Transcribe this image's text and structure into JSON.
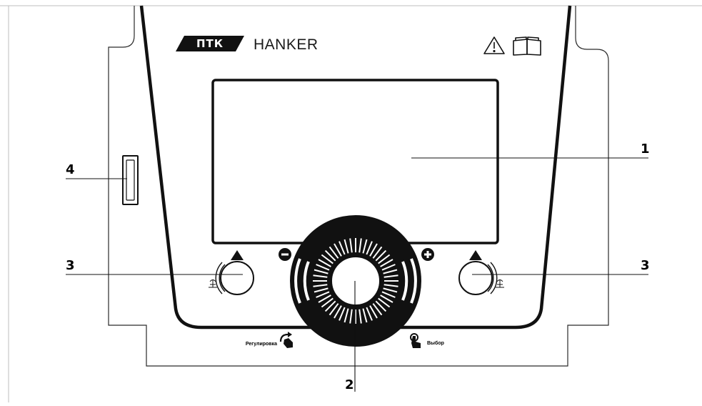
{
  "brand": {
    "logo_text": "ПТК",
    "model_name": "HANKER"
  },
  "labels": {
    "adjust": "Регулировка",
    "select": "Выбор"
  },
  "callouts": [
    {
      "id": "display",
      "number": "1"
    },
    {
      "id": "encoder",
      "number": "2"
    },
    {
      "id": "left-button",
      "number": "3"
    },
    {
      "id": "right-button",
      "number": "3"
    },
    {
      "id": "usb-port",
      "number": "4"
    }
  ],
  "icons": {
    "warning": "warning-triangle-icon",
    "manual": "open-book-icon",
    "minus": "minus-icon",
    "plus": "plus-icon",
    "rotate_hand": "rotate-hand-icon",
    "press_hand": "press-hand-icon"
  }
}
